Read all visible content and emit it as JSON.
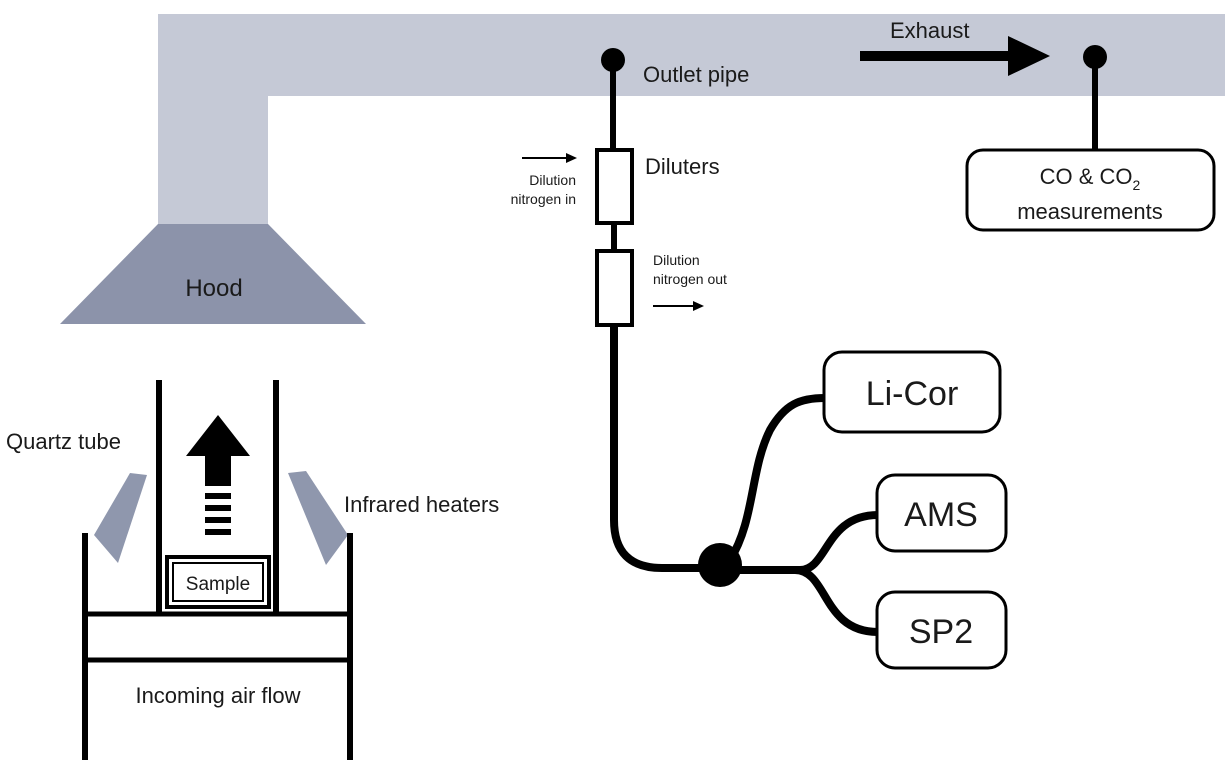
{
  "labels": {
    "hood": "Hood",
    "outlet_pipe": "Outlet pipe",
    "exhaust": "Exhaust",
    "diluters": "Diluters",
    "dilution_in_line1": "Dilution",
    "dilution_in_line2": "nitrogen in",
    "dilution_out_line1": "Dilution",
    "dilution_out_line2": "nitrogen out",
    "quartz_tube": "Quartz tube",
    "infrared_heaters": "Infrared heaters",
    "sample": "Sample",
    "incoming_air_flow": "Incoming air flow"
  },
  "instruments": {
    "co_co2_line1_prefix": "CO & CO",
    "co_co2_line1_subscript": "2",
    "co_co2_line2": "measurements",
    "licor": "Li-Cor",
    "ams": "AMS",
    "sp2": "SP2"
  },
  "colors": {
    "duct": "#c5c9d6",
    "hood": "#8c93aa",
    "heater": "#8f97ad",
    "line": "#000000"
  }
}
